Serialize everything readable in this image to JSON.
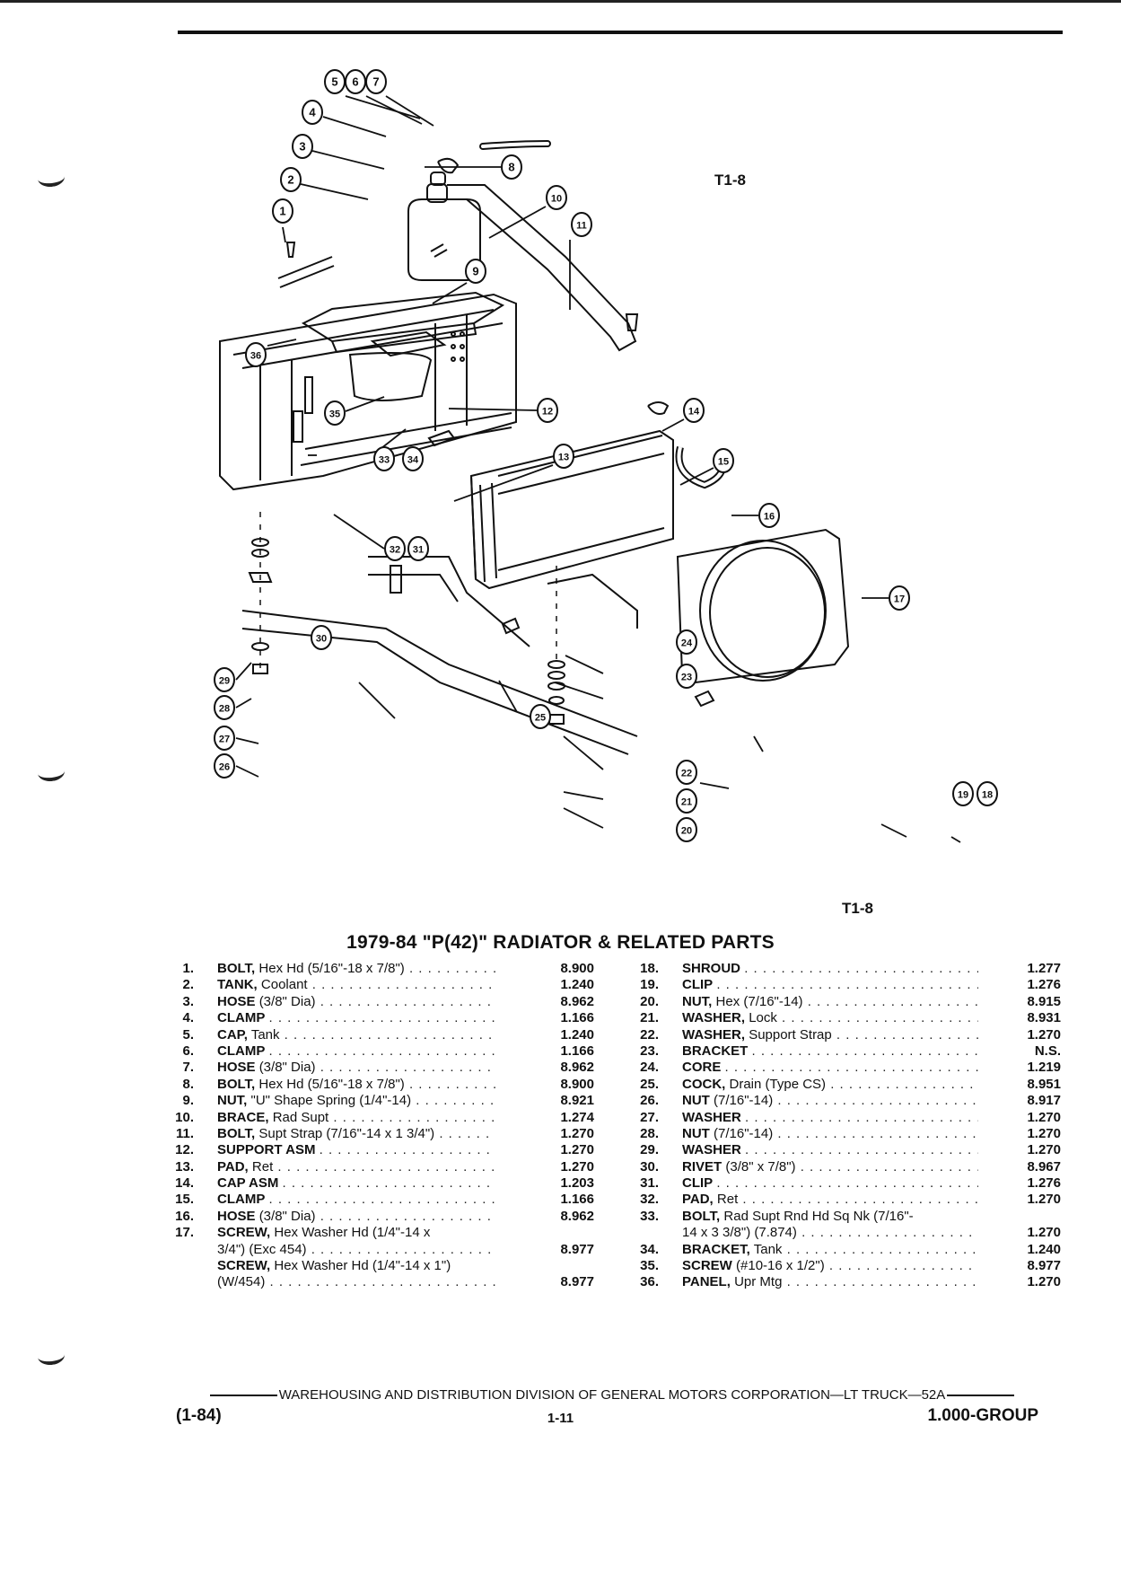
{
  "figure": {
    "label_top": "T1-8",
    "label_bottom": "T1-8",
    "callouts": [
      "1",
      "2",
      "3",
      "4",
      "5",
      "6",
      "7",
      "8",
      "9",
      "10",
      "11",
      "12",
      "13",
      "14",
      "15",
      "16",
      "17",
      "18",
      "19",
      "20",
      "21",
      "22",
      "23",
      "24",
      "25",
      "26",
      "27",
      "28",
      "29",
      "30",
      "31",
      "32",
      "33",
      "34",
      "35",
      "36"
    ]
  },
  "title": "1979-84 \"P(42)\" RADIATOR & RELATED PARTS",
  "parts_left": [
    {
      "num": "1.",
      "name": "BOLT,",
      "spec": "Hex Hd (5/16\"-18 x 7/8\")",
      "code": "8.900"
    },
    {
      "num": "2.",
      "name": "TANK,",
      "spec": "Coolant",
      "code": "1.240"
    },
    {
      "num": "3.",
      "name": "HOSE",
      "spec": "(3/8\" Dia)",
      "code": "8.962"
    },
    {
      "num": "4.",
      "name": "CLAMP",
      "spec": "",
      "code": "1.166"
    },
    {
      "num": "5.",
      "name": "CAP,",
      "spec": "Tank",
      "code": "1.240"
    },
    {
      "num": "6.",
      "name": "CLAMP",
      "spec": "",
      "code": "1.166"
    },
    {
      "num": "7.",
      "name": "HOSE",
      "spec": "(3/8\" Dia)",
      "code": "8.962"
    },
    {
      "num": "8.",
      "name": "BOLT,",
      "spec": "Hex Hd (5/16\"-18 x 7/8\")",
      "code": "8.900"
    },
    {
      "num": "9.",
      "name": "NUT,",
      "spec": "\"U\" Shape Spring (1/4\"-14)",
      "code": "8.921"
    },
    {
      "num": "10.",
      "name": "BRACE,",
      "spec": "Rad Supt",
      "code": "1.274"
    },
    {
      "num": "11.",
      "name": "BOLT,",
      "spec": "Supt Strap (7/16\"-14 x 1 3/4\")",
      "code": "1.270"
    },
    {
      "num": "12.",
      "name": "SUPPORT ASM",
      "spec": "",
      "code": "1.270"
    },
    {
      "num": "13.",
      "name": "PAD,",
      "spec": "Ret",
      "code": "1.270"
    },
    {
      "num": "14.",
      "name": "CAP ASM",
      "spec": "",
      "code": "1.203"
    },
    {
      "num": "15.",
      "name": "CLAMP",
      "spec": "",
      "code": "1.166"
    },
    {
      "num": "16.",
      "name": "HOSE",
      "spec": "(3/8\" Dia)",
      "code": "8.962"
    },
    {
      "num": "17.",
      "name": "SCREW,",
      "spec": "Hex Washer Hd (1/4\"-14 x",
      "code": ""
    },
    {
      "num": "",
      "name": "",
      "spec": "3/4\") (Exc 454)",
      "code": "8.977"
    },
    {
      "num": "",
      "name": "SCREW,",
      "spec": "Hex Washer Hd (1/4\"-14 x 1\")",
      "code": ""
    },
    {
      "num": "",
      "name": "",
      "spec": "(W/454)",
      "code": "8.977"
    }
  ],
  "parts_right": [
    {
      "num": "18.",
      "name": "SHROUD",
      "spec": "",
      "code": "1.277"
    },
    {
      "num": "19.",
      "name": "CLIP",
      "spec": "",
      "code": "1.276"
    },
    {
      "num": "20.",
      "name": "NUT,",
      "spec": "Hex (7/16\"-14)",
      "code": "8.915"
    },
    {
      "num": "21.",
      "name": "WASHER,",
      "spec": "Lock",
      "code": "8.931"
    },
    {
      "num": "22.",
      "name": "WASHER,",
      "spec": "Support Strap",
      "code": "1.270"
    },
    {
      "num": "23.",
      "name": "BRACKET",
      "spec": "",
      "code": "N.S."
    },
    {
      "num": "24.",
      "name": "CORE",
      "spec": "",
      "code": "1.219"
    },
    {
      "num": "25.",
      "name": "COCK,",
      "spec": "Drain (Type CS)",
      "code": "8.951"
    },
    {
      "num": "26.",
      "name": "NUT",
      "spec": "(7/16\"-14)",
      "code": "8.917"
    },
    {
      "num": "27.",
      "name": "WASHER",
      "spec": "",
      "code": "1.270"
    },
    {
      "num": "28.",
      "name": "NUT",
      "spec": "(7/16\"-14)",
      "code": "1.270"
    },
    {
      "num": "29.",
      "name": "WASHER",
      "spec": "",
      "code": "1.270"
    },
    {
      "num": "30.",
      "name": "RIVET",
      "spec": "(3/8\" x 7/8\")",
      "code": "8.967"
    },
    {
      "num": "31.",
      "name": "CLIP",
      "spec": "",
      "code": "1.276"
    },
    {
      "num": "32.",
      "name": "PAD,",
      "spec": "Ret",
      "code": "1.270"
    },
    {
      "num": "33.",
      "name": "BOLT,",
      "spec": "Rad Supt Rnd Hd Sq Nk (7/16\"-",
      "code": ""
    },
    {
      "num": "",
      "name": "",
      "spec": "14 x 3 3/8\") (7.874)",
      "code": "1.270"
    },
    {
      "num": "34.",
      "name": "BRACKET,",
      "spec": "Tank",
      "code": "1.240"
    },
    {
      "num": "35.",
      "name": "SCREW",
      "spec": "(#10-16 x 1/2\")",
      "code": "8.977"
    },
    {
      "num": "36.",
      "name": "PANEL,",
      "spec": "Upr Mtg",
      "code": "1.270"
    }
  ],
  "footer": {
    "line": "WAREHOUSING AND DISTRIBUTION  DIVISION OF GENERAL MOTORS CORPORATION—LT TRUCK—52A",
    "date": "(1-84)",
    "page": "1-11",
    "group": "1.000-GROUP"
  }
}
